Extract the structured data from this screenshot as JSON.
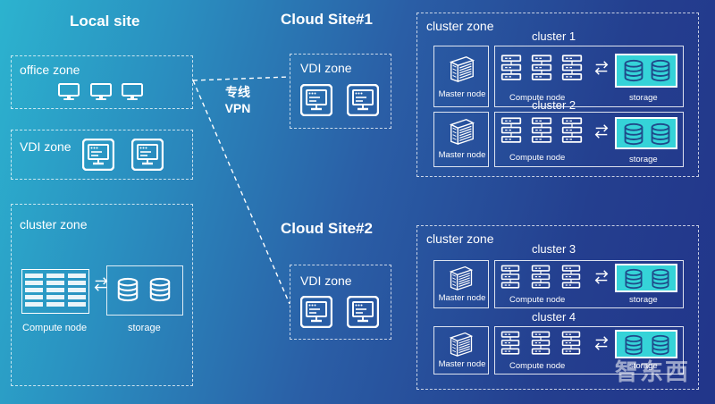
{
  "diagram": {
    "local_site": {
      "title": "Local site",
      "office_zone": {
        "label": "office zone"
      },
      "vdi_zone": {
        "label": "VDI zone"
      },
      "cluster_zone": {
        "label": "cluster zone",
        "compute_label": "Compute node",
        "storage_label": "storage"
      }
    },
    "link": {
      "line1": "专线",
      "line2": "VPN"
    },
    "cloud_site_1": {
      "title": "Cloud Site#1",
      "vdi_zone": {
        "label": "VDI zone"
      },
      "cluster_zone": {
        "label": "cluster zone",
        "clusters": [
          {
            "name": "cluster 1",
            "master": "Master node",
            "compute": "Compute node",
            "storage": "storage"
          },
          {
            "name": "cluster 2",
            "master": "Master node",
            "compute": "Compute node",
            "storage": "storage"
          }
        ]
      }
    },
    "cloud_site_2": {
      "title": "Cloud Site#2",
      "vdi_zone": {
        "label": "VDI zone"
      },
      "cluster_zone": {
        "label": "cluster zone",
        "clusters": [
          {
            "name": "cluster 3",
            "master": "Master node",
            "compute": "Compute node",
            "storage": "storage"
          },
          {
            "name": "cluster 4",
            "master": "Master node",
            "compute": "Compute node",
            "storage": "storage"
          }
        ]
      }
    },
    "watermark": "智东西"
  }
}
